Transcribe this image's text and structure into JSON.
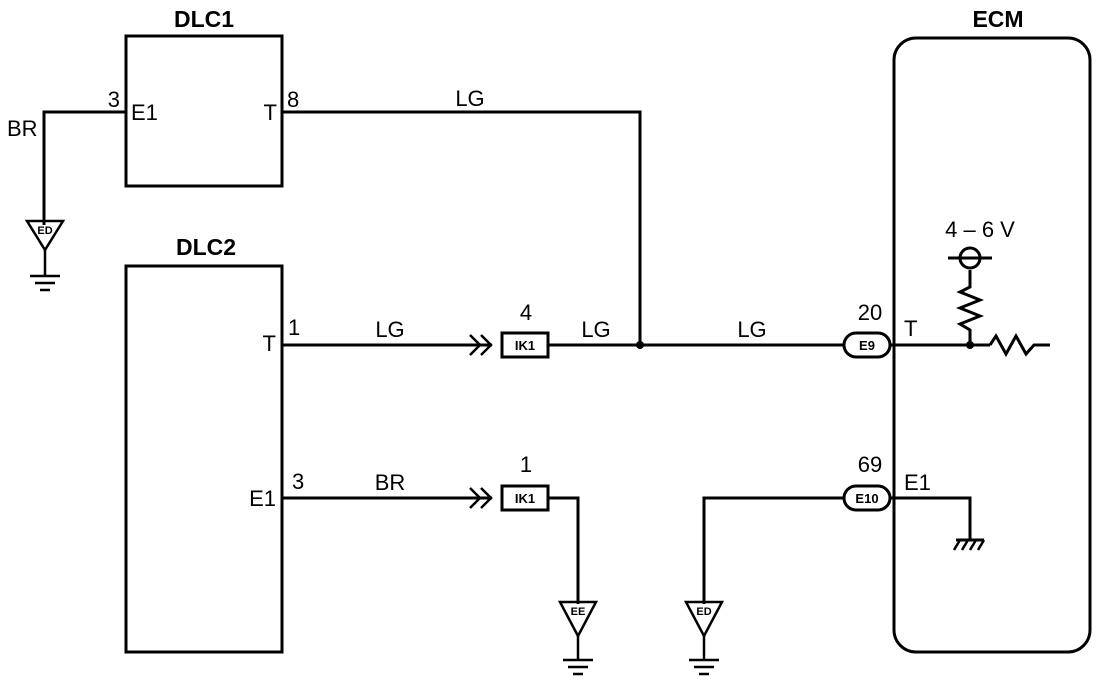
{
  "components": {
    "dlc1": {
      "title": "DLC1",
      "pin_e1_label": "E1",
      "pin_e1_num": "3",
      "pin_t_label": "T",
      "pin_t_num": "8"
    },
    "dlc2": {
      "title": "DLC2",
      "pin_t_label": "T",
      "pin_t_num": "1",
      "pin_e1_label": "E1",
      "pin_e1_num": "3"
    },
    "ecm": {
      "title": "ECM",
      "pin_t_label": "T",
      "pin_t_num": "20",
      "pin_e1_label": "E1",
      "pin_e1_num": "69",
      "voltage": "4 – 6 V"
    }
  },
  "connectors": {
    "ik1_top": {
      "label": "IK1",
      "pin": "4"
    },
    "ik1_bottom": {
      "label": "IK1",
      "pin": "1"
    },
    "e9": {
      "label": "E9"
    },
    "e10": {
      "label": "E10"
    }
  },
  "grounds": {
    "dlc1": "ED",
    "dlc2": "EE",
    "ecm": "ED"
  },
  "wires": {
    "br_dlc1": "BR",
    "lg_dlc1": "LG",
    "lg_dlc2": "LG",
    "lg_ik1": "LG",
    "lg_ecm": "LG",
    "br_dlc2": "BR"
  }
}
